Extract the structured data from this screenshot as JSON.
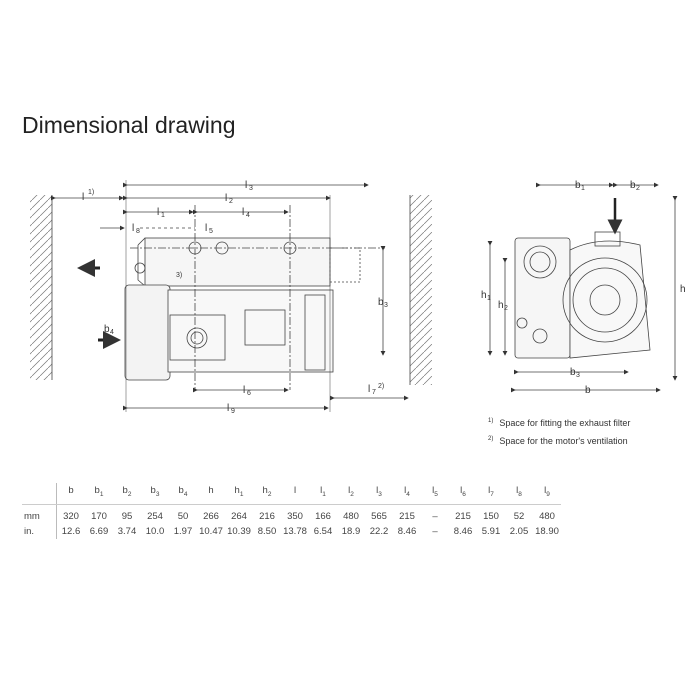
{
  "title": "Dimensional drawing",
  "drawing": {
    "side_labels": {
      "l": "l",
      "l1": "l",
      "l2": "l",
      "l3": "l",
      "l4": "l",
      "l5": "l",
      "l6": "l",
      "l7": "l",
      "l8": "l",
      "l9": "l",
      "b3": "b",
      "b4": "b",
      "note3": "3)"
    },
    "front_labels": {
      "b1": "b",
      "b2": "b",
      "b3": "b",
      "b": "b",
      "h": "h",
      "h1": "h",
      "h2": "h"
    }
  },
  "notes": [
    {
      "mark": "1)",
      "text": "Space for fitting the exhaust filter"
    },
    {
      "mark": "2)",
      "text": "Space for the motor's ventilation"
    }
  ],
  "table": {
    "headers": [
      [
        "b",
        ""
      ],
      [
        "b",
        "1"
      ],
      [
        "b",
        "2"
      ],
      [
        "b",
        "3"
      ],
      [
        "b",
        "4"
      ],
      [
        "h",
        ""
      ],
      [
        "h",
        "1"
      ],
      [
        "h",
        "2"
      ],
      [
        "l",
        ""
      ],
      [
        "l",
        "1"
      ],
      [
        "l",
        "2"
      ],
      [
        "l",
        "3"
      ],
      [
        "l",
        "4"
      ],
      [
        "l",
        "5"
      ],
      [
        "l",
        "6"
      ],
      [
        "l",
        "7"
      ],
      [
        "l",
        "8"
      ],
      [
        "l",
        "9"
      ]
    ],
    "rows": [
      {
        "unit": "mm",
        "values": [
          "320",
          "170",
          "95",
          "254",
          "50",
          "266",
          "264",
          "216",
          "350",
          "166",
          "480",
          "565",
          "215",
          "–",
          "215",
          "150",
          "52",
          "480"
        ]
      },
      {
        "unit": "in.",
        "values": [
          "12.6",
          "6.69",
          "3.74",
          "10.0",
          "1.97",
          "10.47",
          "10.39",
          "8.50",
          "13.78",
          "6.54",
          "18.9",
          "22.2",
          "8.46",
          "–",
          "8.46",
          "5.91",
          "2.05",
          "18.90"
        ]
      }
    ]
  }
}
